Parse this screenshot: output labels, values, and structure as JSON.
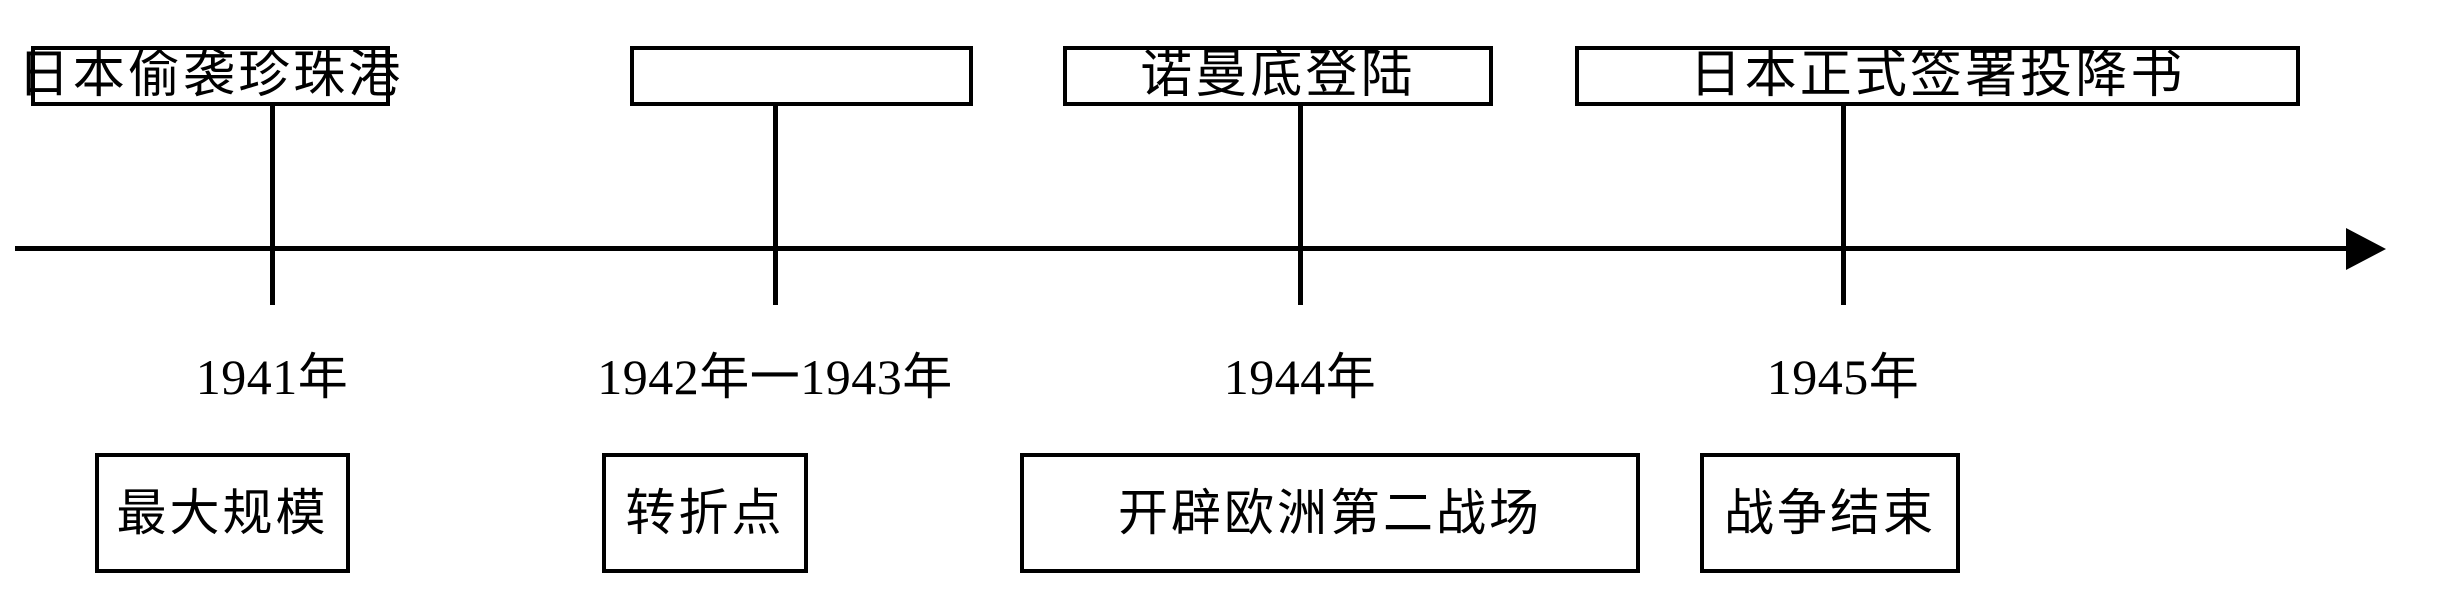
{
  "diagram": {
    "title": "World War II Timeline",
    "axis": {
      "orientation": "horizontal",
      "arrow_direction": "right",
      "color": "#000000"
    },
    "events_above": [
      {
        "label": "日本偷袭珍珠港"
      },
      {
        "label": ""
      },
      {
        "label": "诺曼底登陆"
      },
      {
        "label": "日本正式签署投降书"
      }
    ],
    "year_labels": [
      {
        "text": "1941年"
      },
      {
        "text": "1942年一1943年"
      },
      {
        "text": "1944年"
      },
      {
        "text": "1945年"
      }
    ],
    "events_below": [
      {
        "label": "最大规模"
      },
      {
        "label": "转折点"
      },
      {
        "label": "开辟欧洲第二战场"
      },
      {
        "label": "战争结束"
      }
    ]
  }
}
